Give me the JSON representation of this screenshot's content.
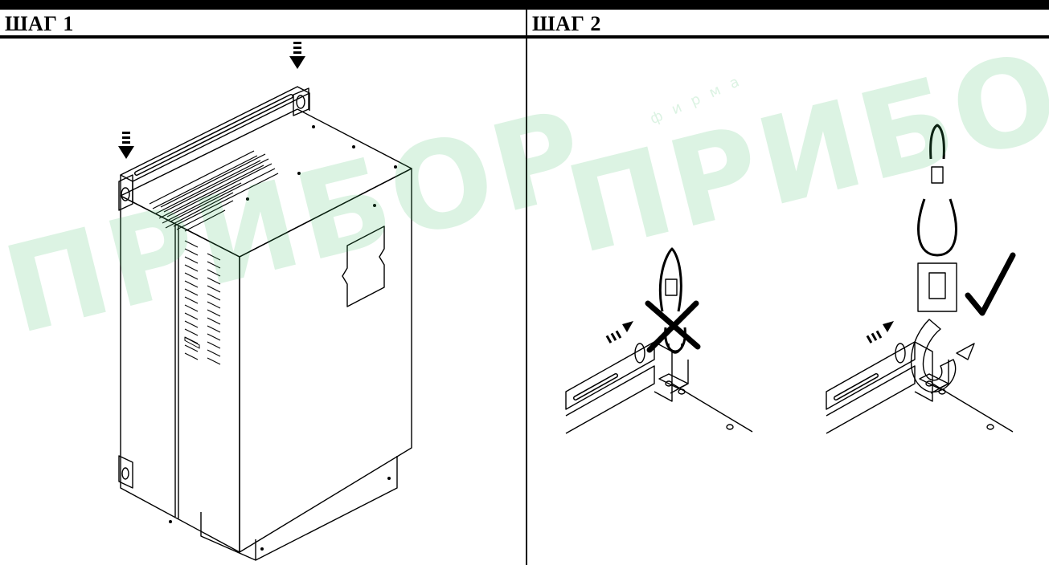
{
  "steps": [
    {
      "label": "ШАГ 1"
    },
    {
      "label": "ШАГ 2"
    }
  ],
  "watermark": {
    "brand": "ПРИБОР",
    "small": "фирма",
    "color": "#3cbe64"
  }
}
